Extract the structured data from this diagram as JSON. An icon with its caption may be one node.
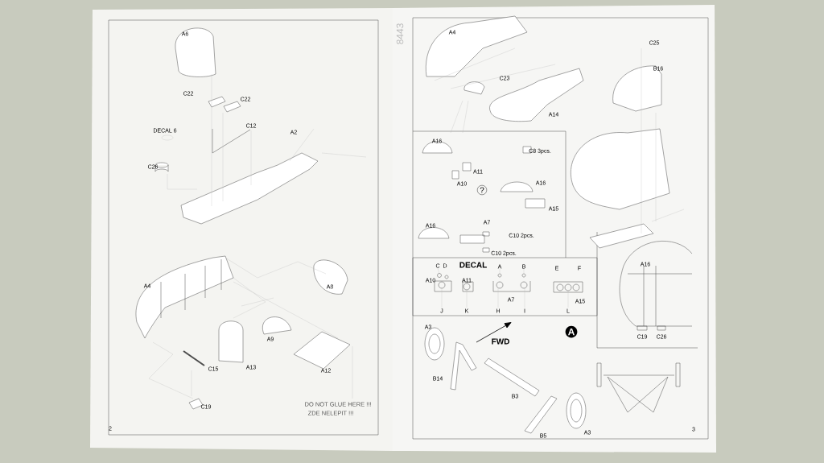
{
  "diagram": {
    "labels": [
      "A6",
      "C22",
      "C22",
      "DECAL 6",
      "C12",
      "A2",
      "C26",
      "A4",
      "A8",
      "A9",
      "C15",
      "A13",
      "A12",
      "C19",
      "DO NOT GLUE HERE !!!",
      "ZDE NELEPIT !!!",
      "2",
      "8443",
      "A4",
      "C25",
      "B16",
      "C23",
      "A14",
      "A16",
      "C8 3pcs.",
      "A11",
      "A10",
      "?",
      "A16",
      "A15",
      "A16",
      "A7",
      "C10 2pcs.",
      "C10 2pcs.",
      "C",
      "D",
      "DECAL",
      "A",
      "B",
      "E",
      "F",
      "A10",
      "A11",
      "A7",
      "A15",
      "J",
      "K",
      "H",
      "I",
      "L",
      "A16",
      "C19",
      "C26",
      "A3",
      "FWD",
      "A",
      "B14",
      "B3",
      "B5",
      "A3",
      "3"
    ]
  }
}
